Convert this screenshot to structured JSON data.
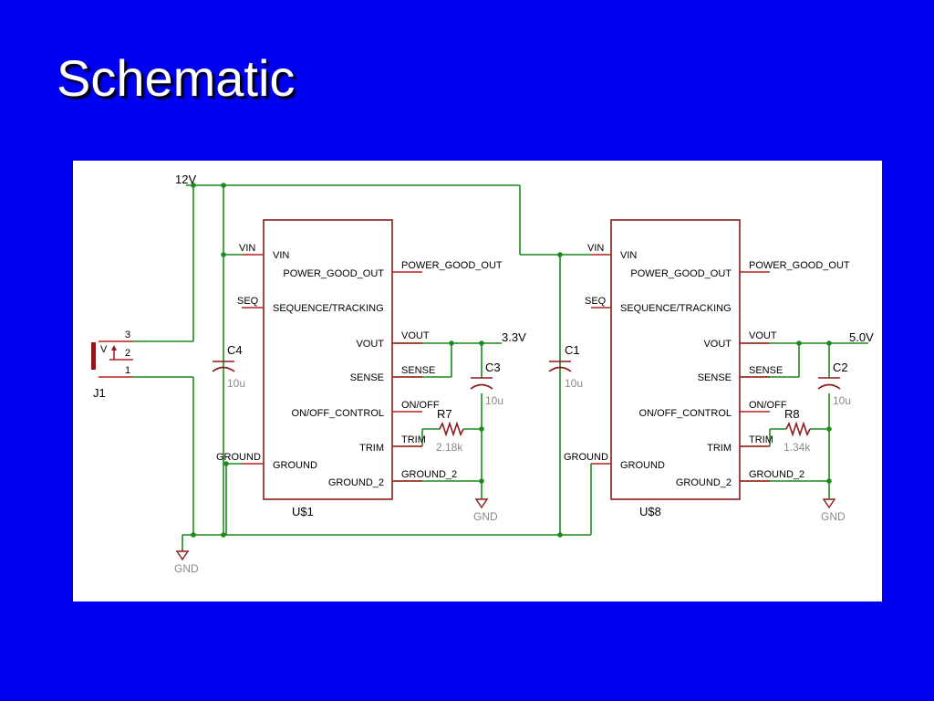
{
  "slide": {
    "title": "Schematic"
  },
  "nets": {
    "v12": "12V",
    "v33": "3.3V",
    "v50": "5.0V",
    "gnd": "GND"
  },
  "connector": {
    "name": "J1",
    "pin3": "3",
    "pin2": "2",
    "pin1": "1",
    "mark": "V"
  },
  "ic_left": {
    "name": "U$1",
    "internal": {
      "vin": "VIN",
      "pgood": "POWER_GOOD_OUT",
      "seq": "SEQUENCE/TRACKING",
      "vout": "VOUT",
      "sense": "SENSE",
      "onoff": "ON/OFF_CONTROL",
      "trim": "TRIM",
      "ground": "GROUND",
      "ground2": "GROUND_2"
    },
    "ext": {
      "vin": "VIN",
      "seq": "SEQ",
      "ground": "GROUND",
      "pgood": "POWER_GOOD_OUT",
      "vout": "VOUT",
      "sense": "SENSE",
      "onoff": "ON/OFF",
      "trim": "TRIM",
      "ground2": "GROUND_2"
    }
  },
  "ic_right": {
    "name": "U$8",
    "internal": {
      "vin": "VIN",
      "pgood": "POWER_GOOD_OUT",
      "seq": "SEQUENCE/TRACKING",
      "vout": "VOUT",
      "sense": "SENSE",
      "onoff": "ON/OFF_CONTROL",
      "trim": "TRIM",
      "ground": "GROUND",
      "ground2": "GROUND_2"
    },
    "ext": {
      "vin": "VIN",
      "seq": "SEQ",
      "ground": "GROUND",
      "pgood": "POWER_GOOD_OUT",
      "vout": "VOUT",
      "sense": "SENSE",
      "onoff": "ON/OFF",
      "trim": "TRIM",
      "ground2": "GROUND_2"
    }
  },
  "components": {
    "c4": {
      "name": "C4",
      "value": "10u"
    },
    "c3": {
      "name": "C3",
      "value": "10u"
    },
    "c1": {
      "name": "C1",
      "value": "10u"
    },
    "c2": {
      "name": "C2",
      "value": "10u"
    },
    "r7": {
      "name": "R7",
      "value": "2.18k"
    },
    "r8": {
      "name": "R8",
      "value": "1.34k"
    }
  },
  "colors": {
    "background": "#0000f0",
    "wire": "#1c8a1c",
    "component": "#8b1a1a",
    "value_text": "#8a8a8a"
  }
}
